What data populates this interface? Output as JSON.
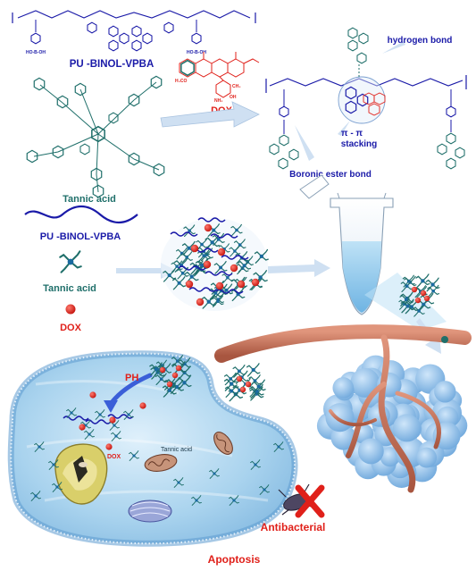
{
  "labels": {
    "polymer_top": "PU -BINOL-VPBA",
    "dox_top": "DOX",
    "tannic_top": "Tannic acid",
    "hydrogen_bond": "hydrogen bond",
    "pi_pi_line1": "π - π",
    "pi_pi_line2": "stacking",
    "boronic_ester": "Boronic ester bond",
    "legend_polymer": "PU -BINOL-VPBA",
    "legend_tannic": "Tannic acid",
    "legend_dox": "DOX",
    "ph": "PH",
    "cell_dox": "DOX",
    "cell_tannic": "Tannic acid",
    "antibacterial": "Antibacterial",
    "apoptosis": "Apoptosis"
  },
  "colors": {
    "polymer_blue": "#1a1aa8",
    "tannic_teal": "#1f6f6a",
    "dox_red": "#e0201a",
    "cell_blue": "#aad4ef",
    "tumor_blue": "#8fc3ec",
    "vessel": "#c9735a",
    "arrow_fill": "#cfe0f2"
  },
  "icons": [
    "test-tube-icon",
    "bacterium-icon",
    "cross-icon",
    "mitochondrion-icon"
  ]
}
